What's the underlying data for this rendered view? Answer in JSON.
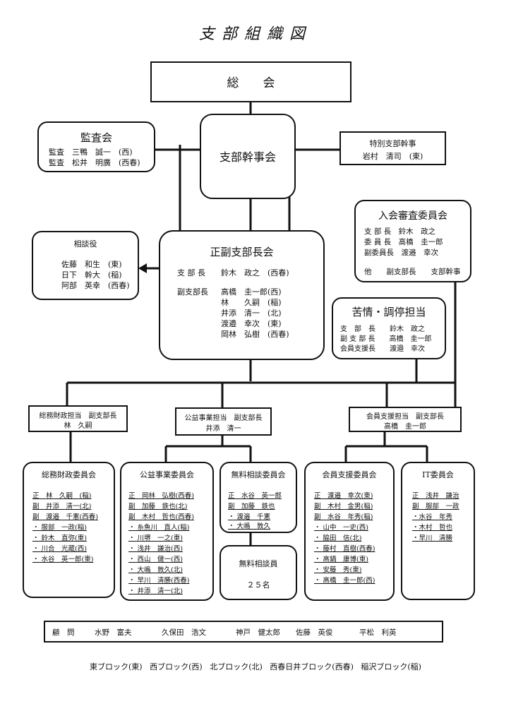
{
  "title": "支部組織図",
  "soukai": {
    "label": "総　　会"
  },
  "shibu_kanjikai": {
    "label": "支部幹事会"
  },
  "kansakai": {
    "title": "監査会",
    "rows": [
      "監査　三鴨　誠一　(西)",
      "監査　松井　明廣　(西春)"
    ]
  },
  "tokubetsu": {
    "title": "特別支部幹事",
    "rows": [
      "岩村　清司　(東)"
    ]
  },
  "soudanyaku": {
    "title": "相談役",
    "rows": [
      "佐藤　和生　(東)",
      "日下　幹大　(稲)",
      "阿部　英幸　(西春)"
    ]
  },
  "seifuku": {
    "title": "正副支部長会",
    "head_role": "支 部 長",
    "head_name": "鈴木　政之　(西春)",
    "sub_role": "副支部長",
    "rows": [
      "高橋　圭一郎(西)",
      "林　　久嗣　(稲)",
      "井添　清一　(北)",
      "渡邉　幸次　(東)",
      "岡林　弘樹　(西春)"
    ]
  },
  "nyukai": {
    "title": "入会審査委員会",
    "rows": [
      "支 部 長　鈴木　政之",
      "委 員 長　高橋　圭一郎",
      "副委員長　渡邉　幸次"
    ],
    "others": "他　　副支部長　　支部幹事"
  },
  "kujou": {
    "title": "苦情・調停担当",
    "rows": [
      "支　部　長　　鈴木　政之",
      "副 支 部 長　　高橋　圭一郎",
      "会員支援長　　渡邉　幸次"
    ]
  },
  "tanto": [
    {
      "line1": "総務財政担当　副支部長",
      "line2": "林　久嗣"
    },
    {
      "line1": "公益事業担当　副支部長",
      "line2": "井添　清一"
    },
    {
      "line1": "会員支援担当　副支部長",
      "line2": "高橋　圭一郎"
    }
  ],
  "committees": {
    "soumu": {
      "title": "総務財政委員会",
      "rows": [
        "正　林　久嗣　(稲)",
        "副　井添　清一(北)",
        "副　渡邉　千憲(西春)",
        "・ 服部　一政(稲)",
        "・ 鈴木　直弥(東)",
        "・ 川合　光蔵(西)",
        "・ 水谷　英一郎(東)"
      ]
    },
    "koueki": {
      "title": "公益事業委員会",
      "rows": [
        "正　岡林　弘樹(西春)",
        "副　加藤　鉄也(北)",
        "副　木村　哲也(西春)",
        "・ 糸魚川　直人(稲)",
        "・ 川堺　一之(東)",
        "・ 浅井　謙治(西)",
        "・ 西山　健一(西)",
        "・ 大嶋　敦久(北)",
        "・ 早川　清勝(西春)",
        "・ 井添　清一(北)"
      ]
    },
    "muryou": {
      "title": "無料相談委員会",
      "rows": [
        "正　水谷　英一郎",
        "副　加藤　鉄也",
        "・ 渡邉　千憲",
        "・ 大嶋　敦久"
      ]
    },
    "muryou_in": {
      "title": "無料相談員",
      "count": "２５名"
    },
    "kaiin": {
      "title": "会員支援委員会",
      "rows": [
        "正　渡邉　幸次(東)",
        "副　木村　金男(稲)",
        "副　水谷　年秀(稲)",
        "・ 山中　一史(西)",
        "・ 脇田　信(北)",
        "・ 藤村　直樹(西春)",
        "・ 高鍋　康博(東)",
        "・ 安藤　秀(東)",
        "・ 高橋　圭一郎(西)"
      ]
    },
    "it": {
      "title": "IT委員会",
      "rows": [
        "正　浅井　謙治",
        "副　服部　一政",
        "・水谷　年秀",
        "・木村　哲也",
        "・早川　清勝"
      ]
    }
  },
  "komon": {
    "label": "顧　問",
    "names": [
      "水野　富夫",
      "久保田　浩文",
      "神戸　健太郎",
      "佐藤　英俊",
      "平松　利英"
    ]
  },
  "blocks": [
    "東ブロック(東)",
    "西ブロック(西)",
    "北ブロック(北)",
    "西春日井ブロック(西春)",
    "稲沢ブロック(稲)"
  ]
}
